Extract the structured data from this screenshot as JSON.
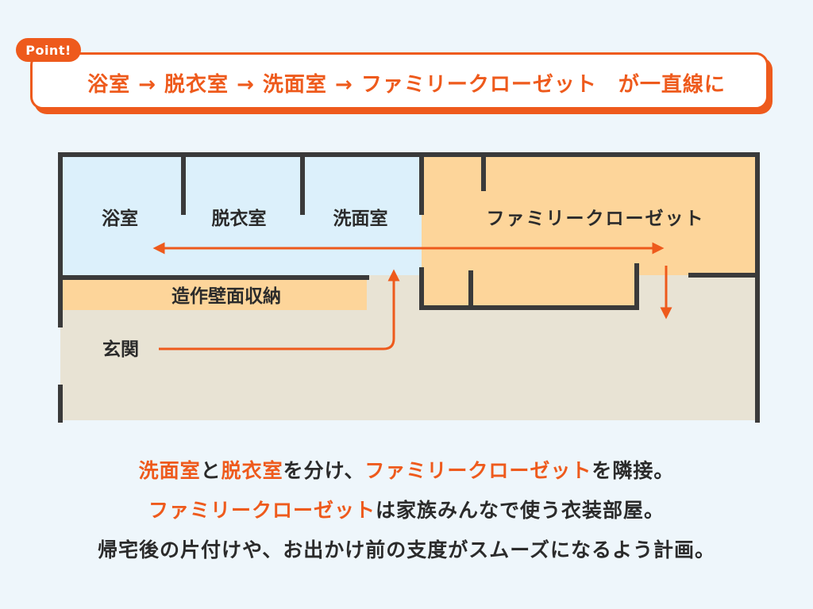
{
  "point": {
    "badge": "Point!",
    "text": "浴室 → 脱衣室 → 洗面室 → ファミリークローゼット　が一直線に"
  },
  "floorplan": {
    "rooms": {
      "bath": "浴室",
      "dressing": "脱衣室",
      "washroom": "洗面室",
      "family_closet": "ファミリークローゼット",
      "built_in_storage": "造作壁面収納",
      "entrance": "玄関"
    }
  },
  "captions": {
    "line1": {
      "p1": "洗面室",
      "p2": "と",
      "p3": "脱衣室",
      "p4": "を分け、",
      "p5": "ファミリークローゼット",
      "p6": "を隣接。"
    },
    "line2": {
      "p1": "ファミリークローゼット",
      "p2": "は家族みんなで使う衣装部屋。"
    },
    "line3": "帰宅後の片付けや、お出かけ前の支度がスムーズになるよう計画。"
  },
  "colors": {
    "accent": "#ee5a1c",
    "wet_area": "#dcf0fb",
    "closet": "#fdd59a",
    "floor": "#e8e3d4",
    "wall": "#3a3a3a",
    "background": "#eef6fb"
  }
}
